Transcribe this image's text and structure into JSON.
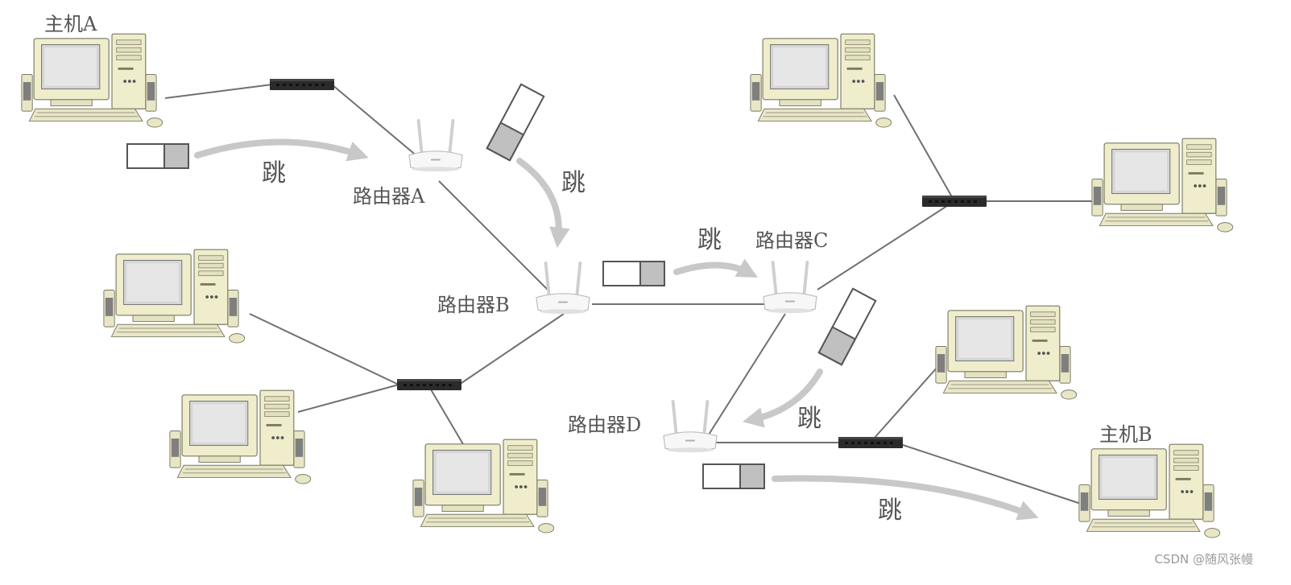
{
  "labels": {
    "host_a": "主机A",
    "host_b": "主机B",
    "router_a": "路由器A",
    "router_b": "路由器B",
    "router_c": "路由器C",
    "router_d": "路由器D",
    "hop": "跳"
  },
  "watermark": "CSDN @随风张幔",
  "colors": {
    "link": "#707070",
    "arrow": "#c8c8c8",
    "computer_body": "#efedcc",
    "switch": "#2b2b2b",
    "packet_fill": "#c0c0c0"
  },
  "icons": [
    "computer-icon",
    "switch-icon",
    "router-icon",
    "packet-icon",
    "arrow-icon"
  ]
}
